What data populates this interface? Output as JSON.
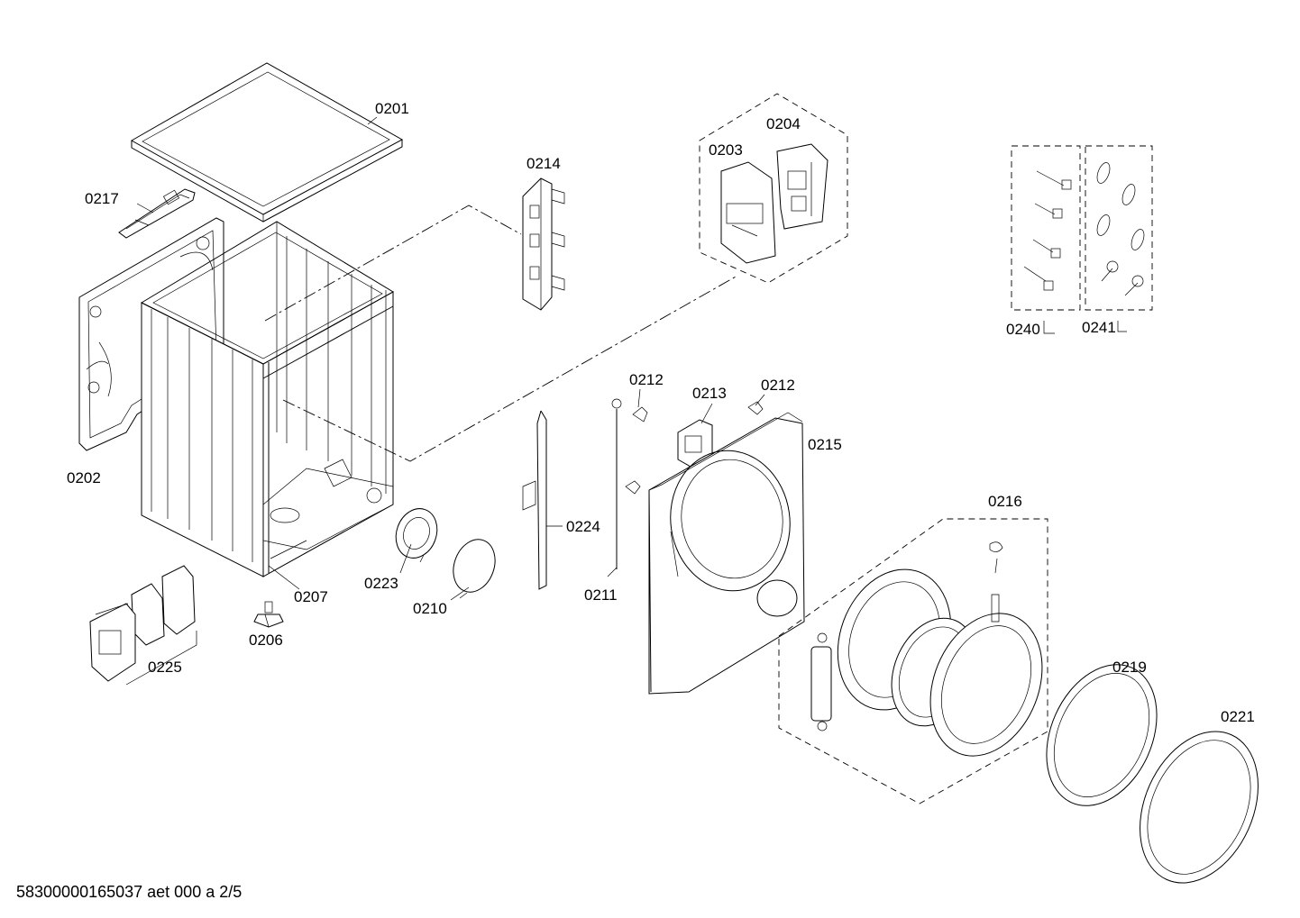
{
  "diagram": {
    "labels": {
      "p0201": "0201",
      "p0202": "0202",
      "p0203": "0203",
      "p0204": "0204",
      "p0206": "0206",
      "p0207": "0207",
      "p0210": "0210",
      "p0211": "0211",
      "p0212a": "0212",
      "p0212b": "0212",
      "p0213": "0213",
      "p0214": "0214",
      "p0215": "0215",
      "p0216": "0216",
      "p0217": "0217",
      "p0219": "0219",
      "p0221": "0221",
      "p0223": "0223",
      "p0224": "0224",
      "p0225": "0225",
      "p0240": "0240",
      "p0241": "0241"
    },
    "footer_code": "58300000165037 aet 000 a 2/5"
  }
}
